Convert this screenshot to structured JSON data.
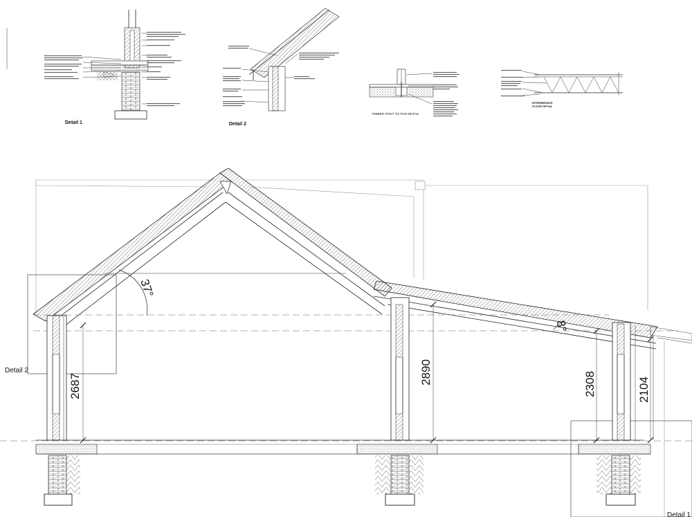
{
  "details": {
    "detail1_title": "Detail 1",
    "detail2_title": "Detail 2",
    "post_pad_title": "TIMBER POST TO PAD DETAIL",
    "floor_title_line1": "INTERMEDIATE",
    "floor_title_line2": "FLOOR DETAIL"
  },
  "section": {
    "roof_pitch_main": "37°",
    "roof_pitch_lean": "8°",
    "dimensions": [
      "2687",
      "2890",
      "2308",
      "2104"
    ],
    "callout_detail2": "Detail 2",
    "callout_detail1": "Detail 1"
  },
  "colors": {
    "line": "#222222",
    "hatch": "#555555",
    "background": "#ffffff"
  }
}
